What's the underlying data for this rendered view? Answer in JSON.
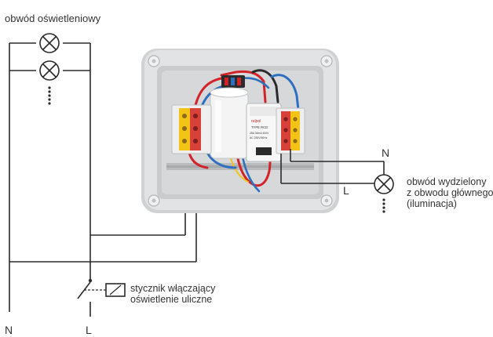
{
  "labels": {
    "lighting_circuit": "obwód oświetleniowy",
    "separated_circuit_1": "obwód wydzielony",
    "separated_circuit_2": "z obwodu głównego",
    "separated_circuit_3": "(iluminacja)",
    "contactor_1": "stycznik włączający",
    "contactor_2": "oświetlenie uliczne",
    "n_right": "N",
    "l_right": "L",
    "n_bottom": "N",
    "l_bottom": "L"
  },
  "device": {
    "brand": "relpol",
    "type": "TYPE RCD",
    "rating_1": "25A 30mA 400V",
    "rating_2": "AC 230V/50Hz"
  },
  "colors": {
    "wire_black": "#2b2b2b",
    "wire_red": "#d2232a",
    "wire_blue": "#2f6fc0",
    "terminal_yellow": "#f3c318",
    "terminal_red": "#d8403a",
    "box_grey": "#d9dadb"
  }
}
